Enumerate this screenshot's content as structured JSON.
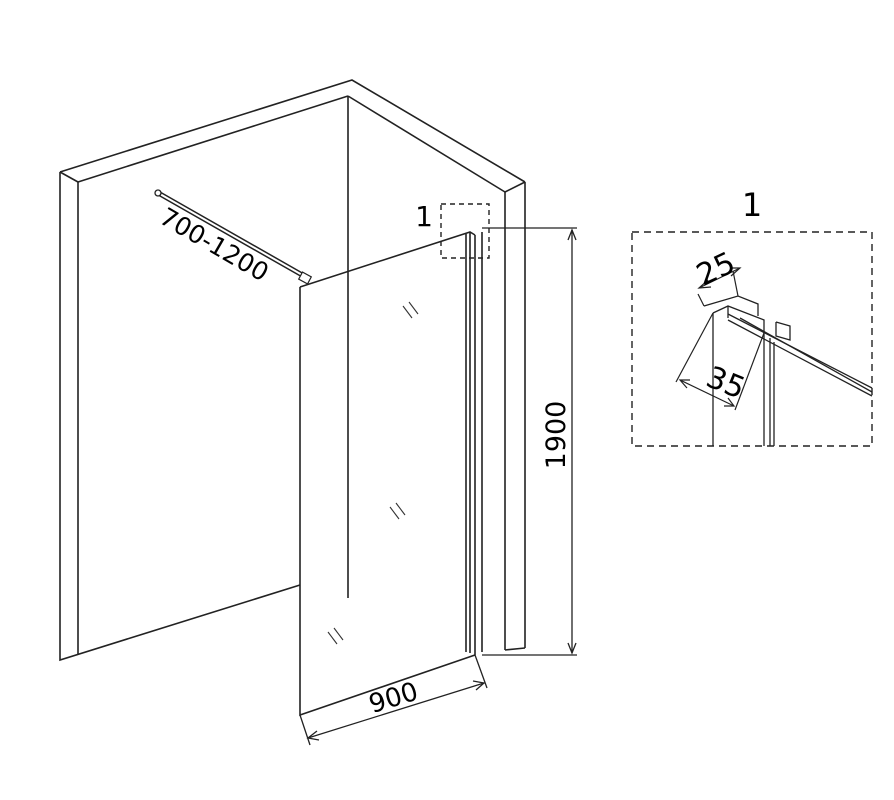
{
  "dimensions": {
    "bar_length": "700-1200",
    "height": "1900",
    "width": "900"
  },
  "detail": {
    "marker": "1",
    "title": "1",
    "dim_top": "25",
    "dim_side": "35"
  }
}
